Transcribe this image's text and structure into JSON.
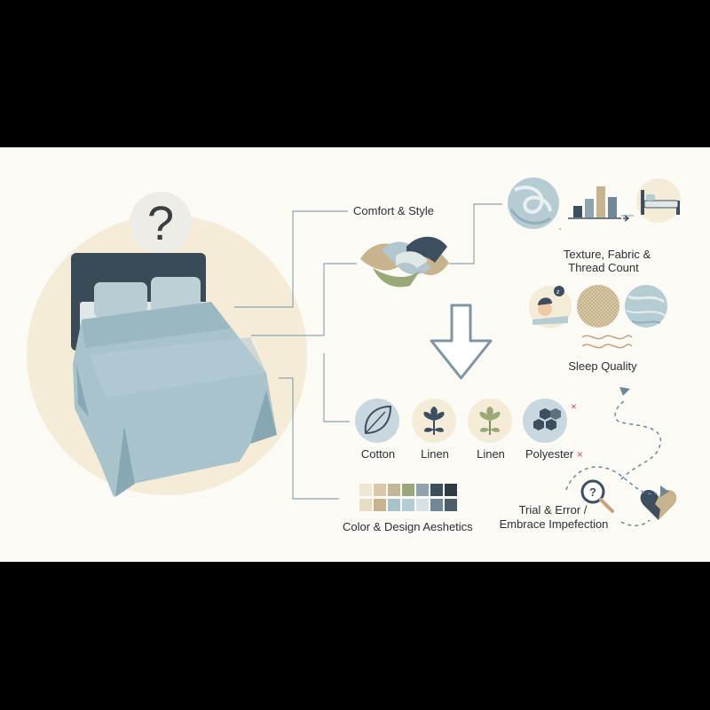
{
  "labels": {
    "comfort_style": "Comfort & Style",
    "texture_line1": "Texture, Fabric &",
    "texture_line2": "Thread Count",
    "sleep_quality": "Sleep Quality",
    "cotton": "Cotton",
    "linen_1": "Linen",
    "linen_2": "Linen",
    "polyester": "Polyester",
    "reject_mark": "×",
    "color_design": "Color & Design Aeshetics",
    "trial_line1": "Trial & Error /",
    "trial_line2": "Embrace Impefection"
  },
  "icons": {
    "question": "?",
    "main": "bed-icon",
    "question_mark": "question-mark-icon",
    "braid": "woven-fabric-icon",
    "down_arrow": "down-arrow-icon",
    "swirl": "fabric-swirl-icon",
    "bar_chart": "bar-chart-icon",
    "small_bed": "bed-side-icon",
    "sleeper": "sleeping-person-icon",
    "weave": "weave-texture-icon",
    "silk": "silk-texture-icon",
    "waves": "wavy-lines-icon",
    "leaf": "leaf-icon",
    "flower": "flower-icon",
    "hexagons": "hexagon-cluster-icon",
    "swatches": "color-swatch-grid-icon",
    "magnifier": "magnifier-question-icon",
    "broken_heart": "broken-heart-icon"
  },
  "colors": {
    "panel": "#fbfaf5",
    "cream": "#f4ecd6",
    "sheet": "#a9c3cc",
    "sheet_dark": "#87a8b3",
    "headboard": "#3a4a57",
    "line": "#8fa4ae",
    "navy": "#3d4f5f",
    "tan": "#c7b48e",
    "sage": "#9aa879",
    "reject": "#d9534f"
  }
}
